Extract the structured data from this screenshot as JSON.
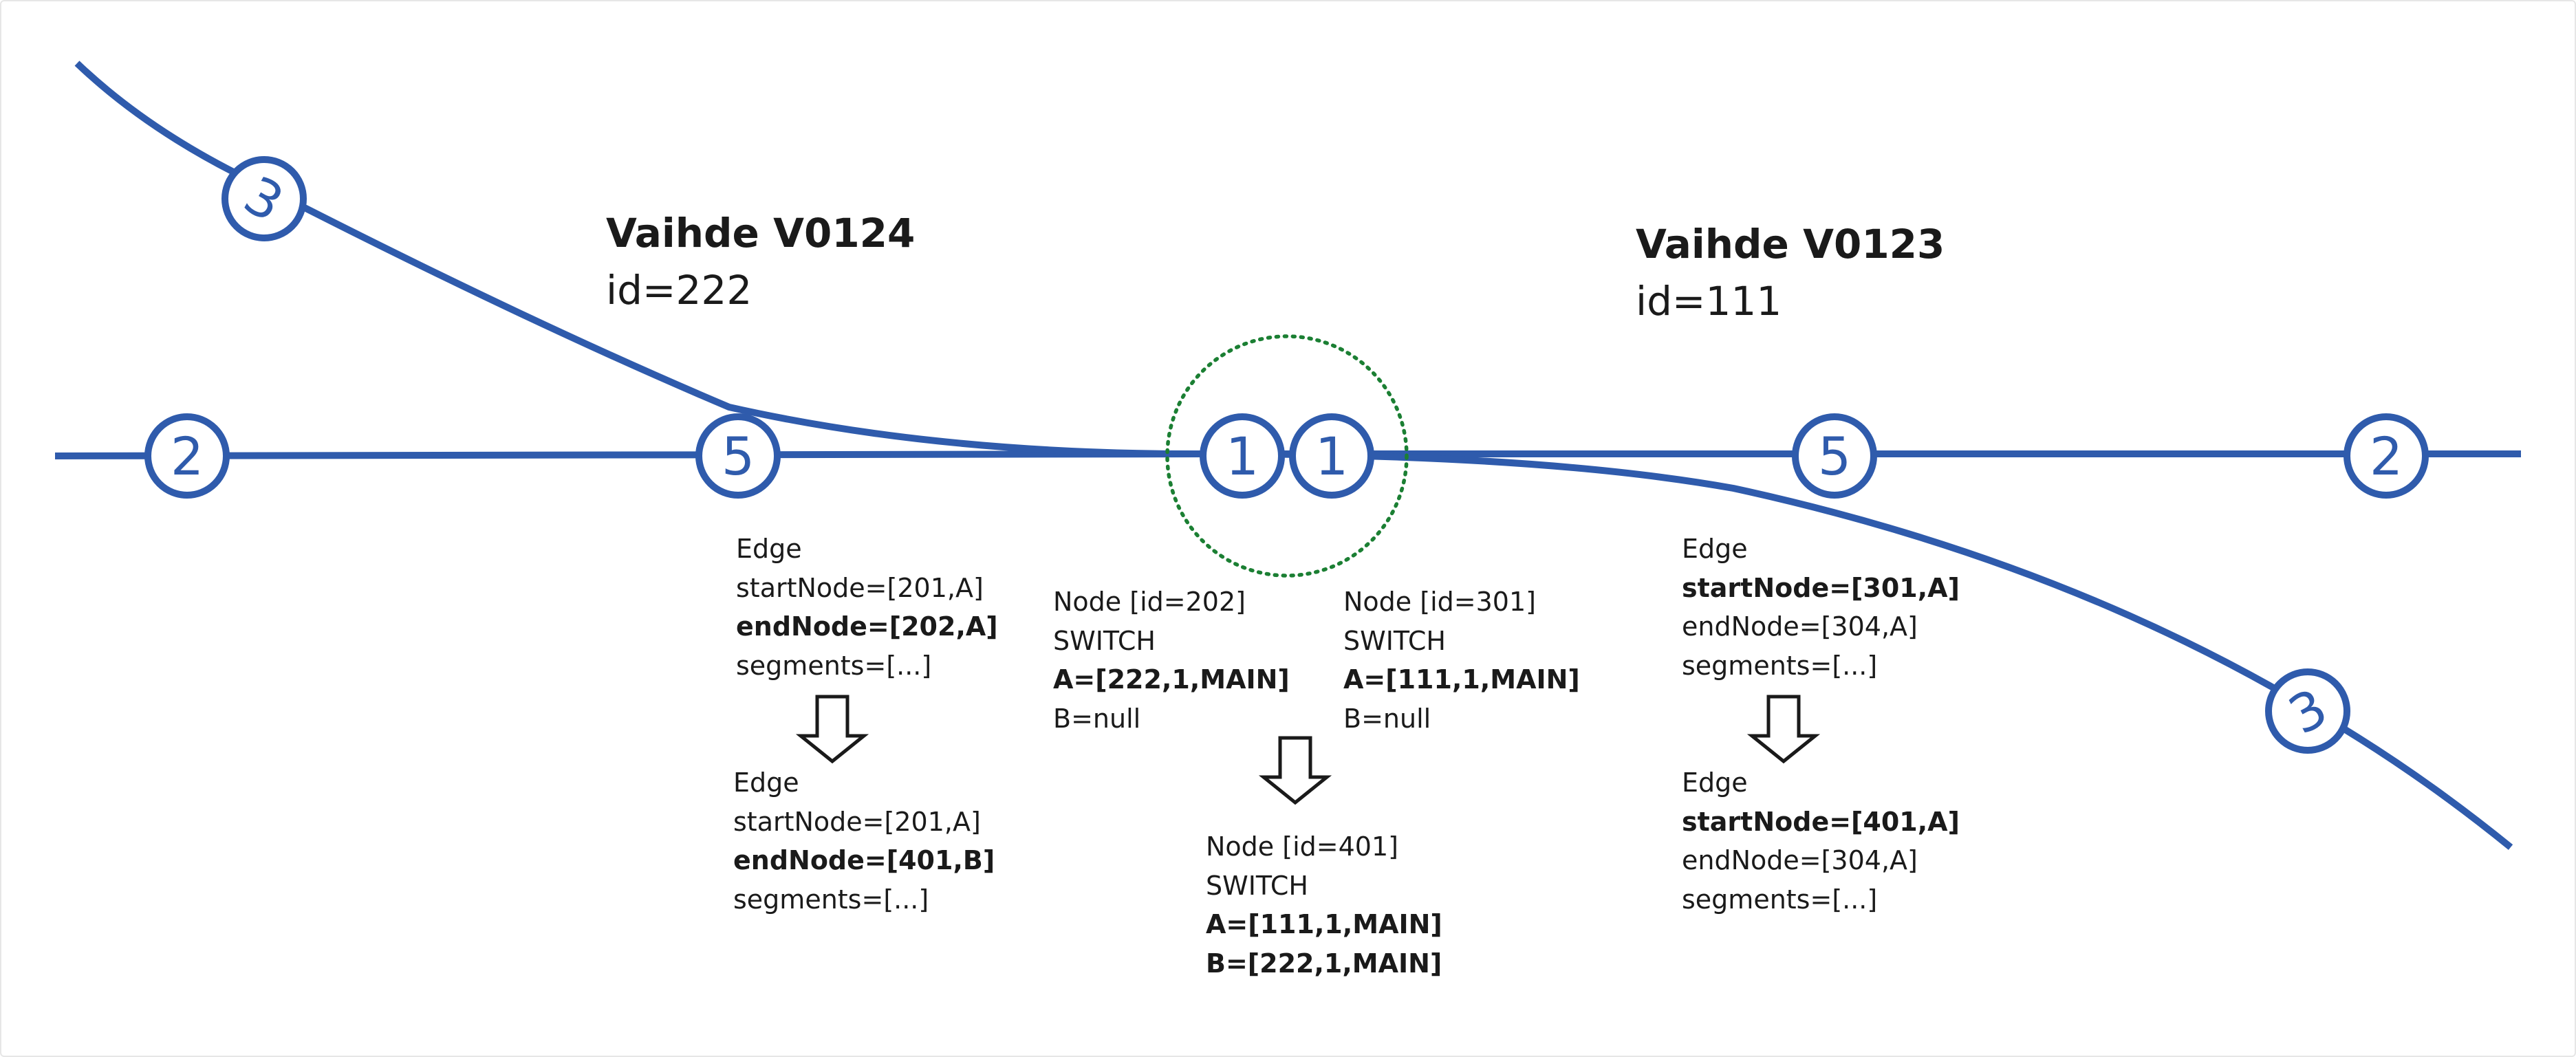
{
  "colors": {
    "track": "#2f5bac",
    "highlight": "#1b7f33",
    "text": "#1a1a1a",
    "background": "#ffffff"
  },
  "switches": {
    "left": {
      "title": "Vaihde V0124",
      "id_text": "id=222"
    },
    "right": {
      "title": "Vaihde V0123",
      "id_text": "id=111"
    }
  },
  "joints": {
    "far_left": "2",
    "left_branch": "3",
    "left_mid": "5",
    "center_left": "1",
    "center_right": "1",
    "right_mid": "5",
    "far_right": "2",
    "right_branch": "3"
  },
  "edges": {
    "left_before": {
      "title": "Edge",
      "start_node": "startNode=[201,A]",
      "end_node": "endNode=[202,A]",
      "segments": "segments=[...]"
    },
    "left_after": {
      "title": "Edge",
      "start_node": "startNode=[201,A]",
      "end_node": "endNode=[401,B]",
      "segments": "segments=[...]"
    },
    "right_before": {
      "title": "Edge",
      "start_node": "startNode=[301,A]",
      "end_node": "endNode=[304,A]",
      "segments": "segments=[...]"
    },
    "right_after": {
      "title": "Edge",
      "start_node": "startNode=[401,A]",
      "end_node": "endNode=[304,A]",
      "segments": "segments=[...]"
    }
  },
  "nodes": {
    "node_202": {
      "header": "Node [id=202]",
      "type": "SWITCH",
      "a": "A=[222,1,MAIN]",
      "b": "B=null"
    },
    "node_301": {
      "header": "Node [id=301]",
      "type": "SWITCH",
      "a": "A=[111,1,MAIN]",
      "b": "B=null"
    },
    "node_401": {
      "header": "Node [id=401]",
      "type": "SWITCH",
      "a": "A=[111,1,MAIN]",
      "b": "B=[222,1,MAIN]"
    }
  },
  "arrows": [
    "down-arrow",
    "down-arrow",
    "down-arrow"
  ]
}
